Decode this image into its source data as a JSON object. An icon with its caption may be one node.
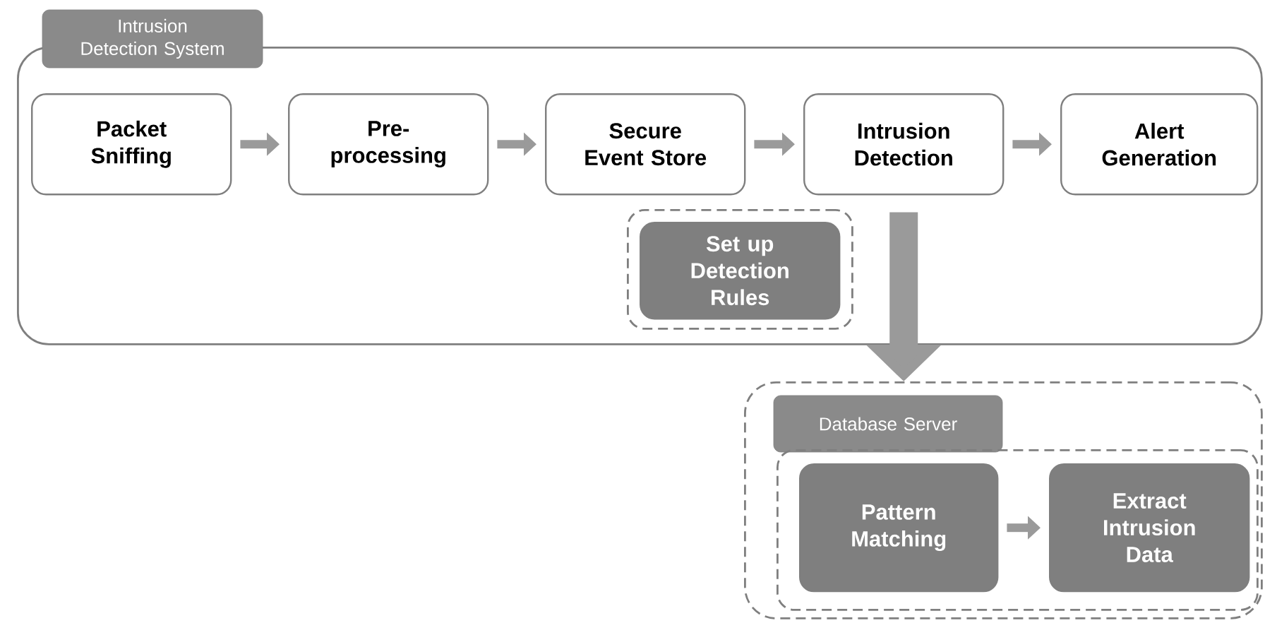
{
  "diagram": {
    "nodes": [
      {
        "text": [
          "Intrusion Detection System"
        ]
      },
      {
        "text": [
          "Packet Sniffing"
        ],
        "in": 0
      },
      {
        "text": [
          "Pre-processing"
        ],
        "in": 0
      },
      {
        "text": [
          "Secure Event Store"
        ],
        "in": 0
      },
      {
        "text": [
          "Intrusion Detection"
        ],
        "in": 0
      },
      {
        "text": [
          "Alert Generation"
        ],
        "in": 0
      },
      {
        "text": [],
        "shape": "box",
        "in": 0
      },
      {
        "text": [
          "Set up Detection Rules"
        ],
        "in": 6
      },
      {
        "text": [
          "Database Server"
        ]
      },
      {
        "text": [],
        "shape": "box",
        "in": 8
      },
      {
        "text": [
          "Pattern Matching"
        ],
        "in": 9
      },
      {
        "text": [
          "Extract Intrusion Data"
        ],
        "in": 9
      }
    ],
    "edges": [
      {
        "from": 1,
        "to": 2,
        "arrow": "to"
      },
      {
        "from": 2,
        "to": 3,
        "arrow": "to"
      },
      {
        "from": 3,
        "to": 4,
        "arrow": "to"
      },
      {
        "from": 4,
        "to": 5,
        "arrow": "to"
      },
      {
        "from": 4,
        "to": 8,
        "arrow": "to",
        "style": "thick"
      },
      {
        "from": 10,
        "to": 11,
        "arrow": "to"
      }
    ]
  }
}
